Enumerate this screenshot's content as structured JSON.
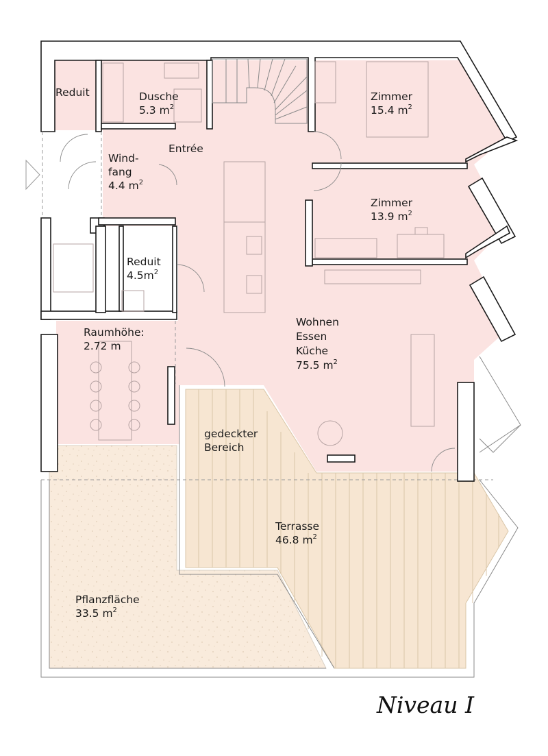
{
  "plan": {
    "title": "Niveau I",
    "colors": {
      "interior": "#fbe3e1",
      "terrace": "#f7e6d2",
      "planting": "#f9ebdc",
      "wall": "#1a1a1a"
    },
    "rooms": {
      "reduit_top": {
        "name": "Reduit"
      },
      "dusche": {
        "name": "Dusche",
        "area": "5.3 m",
        "sup": "2"
      },
      "zimmer1": {
        "name": "Zimmer",
        "area": "15.4 m",
        "sup": "2"
      },
      "entree": {
        "name": "Entrée"
      },
      "windfang": {
        "line1": "Wind-",
        "line2": "fang",
        "area": "4.4 m",
        "sup": "2"
      },
      "zimmer2": {
        "name": "Zimmer",
        "area": "13.9 m",
        "sup": "2"
      },
      "reduit_mid": {
        "name": "Reduit",
        "area": "4.5m",
        "sup": "2"
      },
      "raumhoehe": {
        "label": "Raumhöhe:",
        "value": "2.72 m"
      },
      "wohnen": {
        "line1": "Wohnen",
        "line2": "Essen",
        "line3": "Küche",
        "area": "75.5 m",
        "sup": "2"
      },
      "gedeckt": {
        "line1": "gedeckter",
        "line2": "Bereich"
      },
      "terrasse": {
        "name": "Terrasse",
        "area": "46.8 m",
        "sup": "2"
      },
      "pflanz": {
        "name": "Pflanzfläche",
        "area": "33.5 m",
        "sup": "2"
      }
    }
  }
}
